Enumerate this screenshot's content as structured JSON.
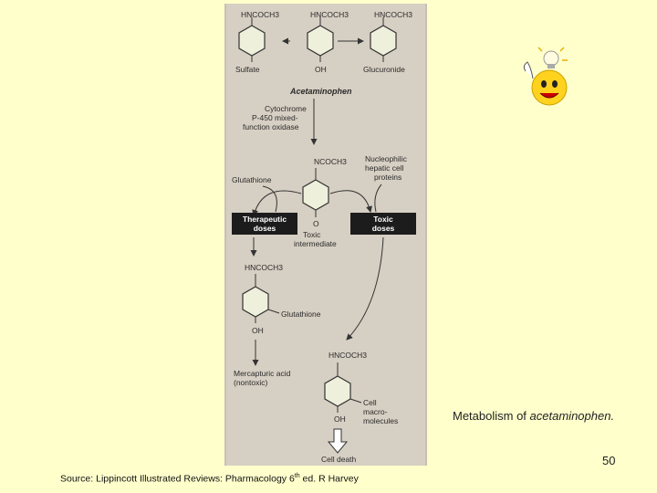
{
  "figure": {
    "top_labels": [
      "HNCOCH3",
      "HNCOCH3",
      "HNCOCH3"
    ],
    "top_bottom_labels": [
      "Sulfate",
      "OH",
      "Glucuronide"
    ],
    "acetaminophen": "Acetaminophen",
    "cyp": [
      "Cytochrome",
      "P-450 mixed-",
      "function oxidase"
    ],
    "ncoch3": "NCOCH3",
    "glutathione_in": "Glutathione",
    "nucleophilic": [
      "Nucleophilic",
      "hepatic cell",
      "proteins"
    ],
    "therapeutic": [
      "Therapeutic",
      "doses"
    ],
    "toxic": [
      "Toxic",
      "doses"
    ],
    "oxygen": "O",
    "toxic_intermediate": [
      "Toxic",
      "intermediate"
    ],
    "conj_top": "HNCOCH3",
    "conj_glutathione": "Glutathione",
    "conj_oh": "OH",
    "mercapturic": [
      "Mercapturic acid",
      "(nontoxic)"
    ],
    "macro_top": "HNCOCH3",
    "macro_oh": "OH",
    "cell_macro": [
      "Cell",
      "macro-",
      "molecules"
    ],
    "cell_death": "Cell death"
  },
  "caption": {
    "prefix": "Metabolism of ",
    "italic": "acetaminophen."
  },
  "page_number": "50",
  "source": {
    "pre": "Source: Lippincott Illustrated Reviews: Pharmacology 6",
    "sup": "th",
    "post": " ed. R Harvey"
  }
}
